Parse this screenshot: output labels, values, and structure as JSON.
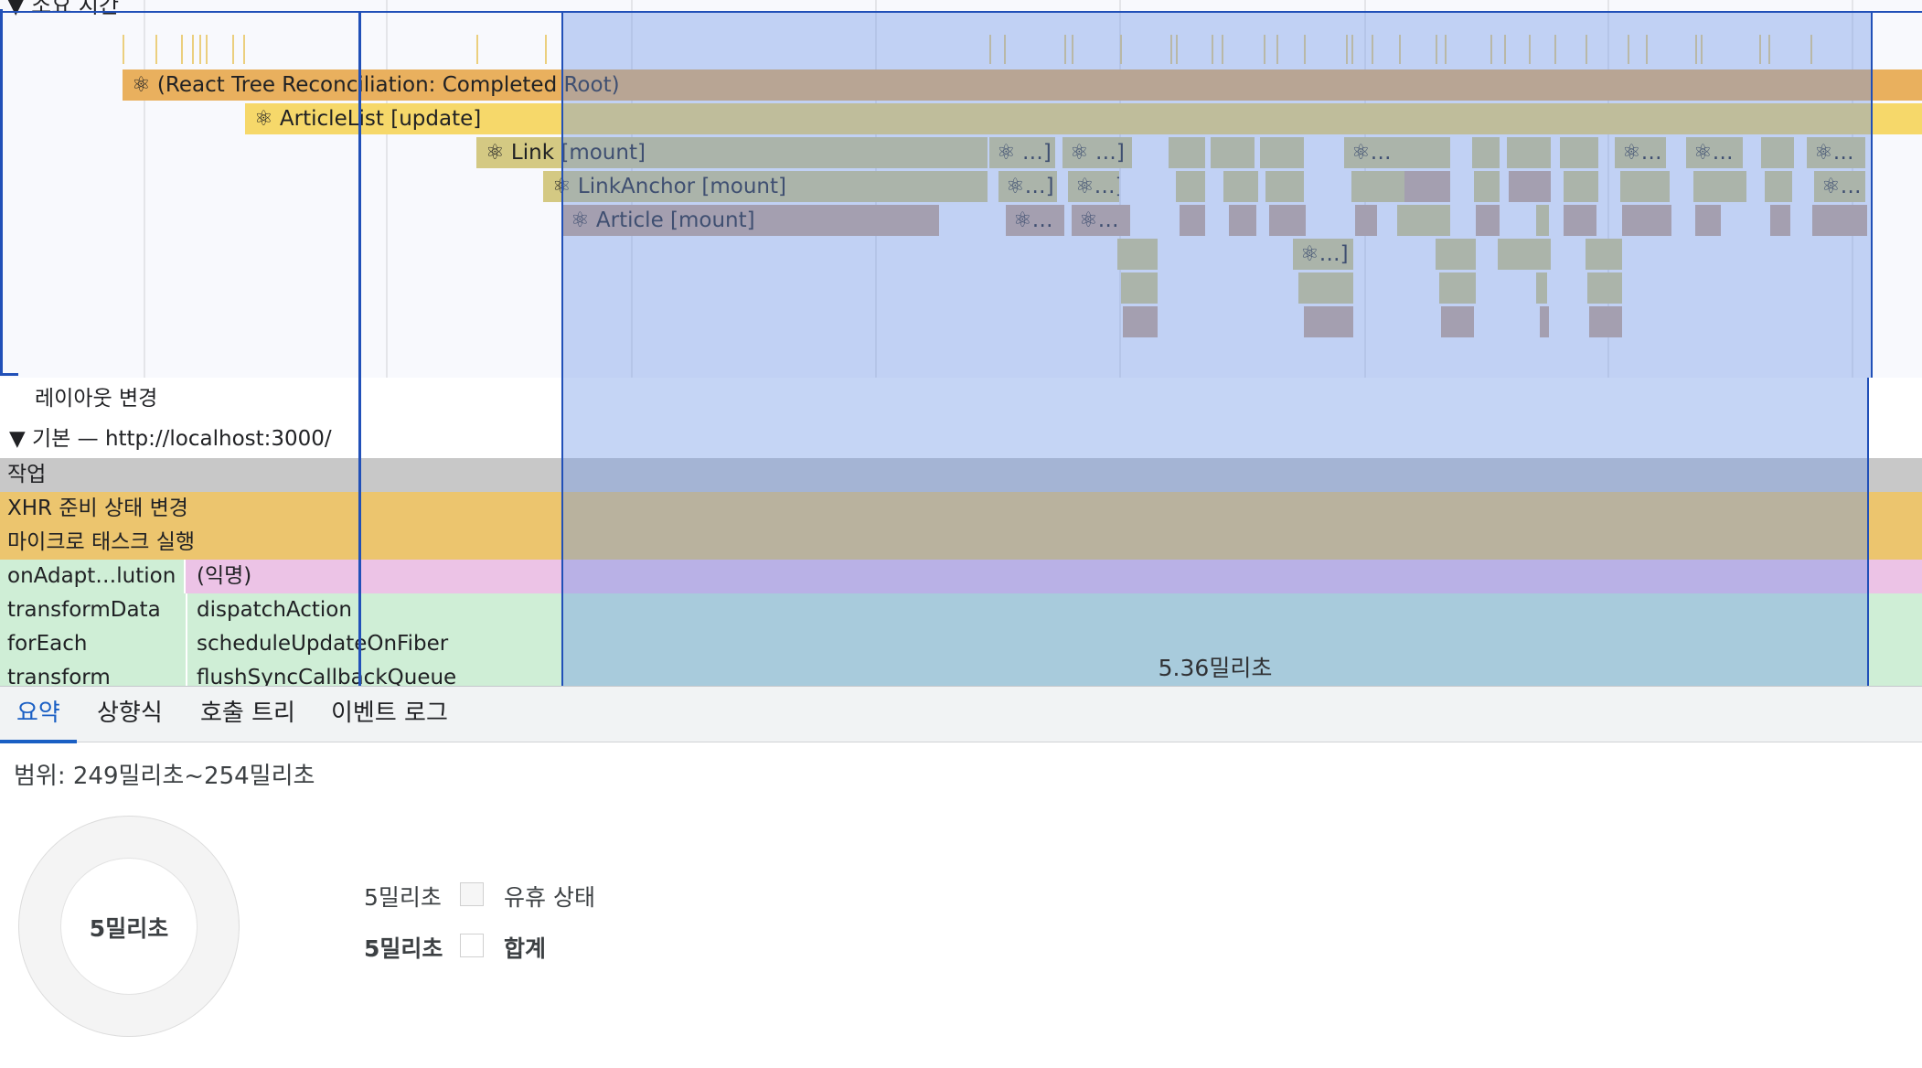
{
  "flame": {
    "section_title": "소요 시간",
    "reconciliation_label": "⚛ (React Tree Reconciliation: Completed Root)",
    "articlelist_label": "⚛ ArticleList [update]",
    "link_label": "⚛ Link [mount]",
    "linkanchor_label": "⚛ LinkAnchor [mount]",
    "article_label": "⚛ Article [mount]",
    "small_labels": [
      "⚛ …]",
      "⚛ …]",
      "⚛…",
      "⚛…",
      "⚛…",
      "⚛…",
      "⚛…]",
      "⚛…]",
      "⚛…",
      "⚛…",
      "⚛…",
      "⚛…]",
      "⚛…"
    ],
    "layout_change": "레이아웃 변경",
    "main_thread": "▼ 기본 — http://localhost:3000/",
    "task": "작업",
    "xhr": "XHR 준비 상태 변경",
    "microtask": "마이크로 태스크 실행",
    "stack_rows": [
      {
        "left": "onAdapt…lution",
        "right": "(익명)"
      },
      {
        "left": "transformData",
        "right": "dispatchAction"
      },
      {
        "left": "forEach",
        "right": "scheduleUpdateOnFiber"
      },
      {
        "left": "transform",
        "right": "flushSyncCallbackQueue"
      }
    ],
    "selection_duration": "5.36밀리초"
  },
  "tabs": [
    "요약",
    "상향식",
    "호출 트리",
    "이벤트 로그"
  ],
  "active_tab": "요약",
  "summary": {
    "range": "범위: 249밀리초~254밀리초",
    "donut_total": "5밀리초",
    "legend": [
      {
        "value": "5밀리초",
        "label": "유휴 상태"
      },
      {
        "value": "5밀리초",
        "label": "합계"
      }
    ]
  },
  "colors": {
    "reconciliation": "#e9b05e",
    "update": "#f6d86a",
    "olive": "#d4c983",
    "brown": "#c9a58c",
    "task": "#c8c8c8",
    "xhr": "#ecc56e",
    "anon": "#ecc3e6",
    "green": "#cfeed6",
    "selection": "#2150b8"
  }
}
